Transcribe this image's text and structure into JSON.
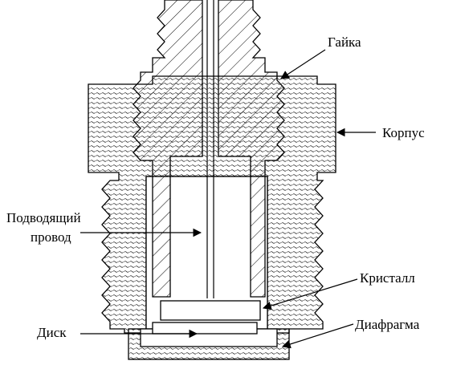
{
  "diagram": {
    "labels": {
      "nut": "Гайка",
      "body": "Корпус",
      "lead_wire_line1": "Подводящий",
      "lead_wire_line2": "провод",
      "crystal": "Кристалл",
      "disk": "Диск",
      "diaphragm": "Диафрагма"
    },
    "colors": {
      "line": "#000000",
      "background": "#ffffff"
    }
  }
}
